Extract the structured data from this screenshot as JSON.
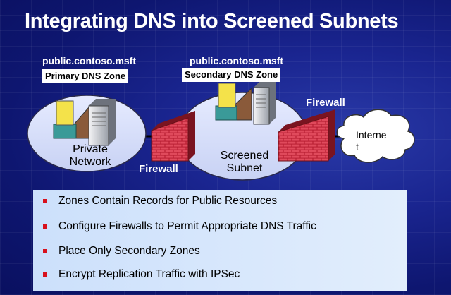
{
  "slide": {
    "title": "Integrating DNS into Screened Subnets"
  },
  "primary_zone": {
    "domain": "public.contoso.msft",
    "label": "Primary DNS Zone"
  },
  "secondary_zone": {
    "domain": "public.contoso.msft",
    "label": "Secondary DNS Zone"
  },
  "networks": {
    "private": [
      "Private",
      "Network"
    ],
    "screened": [
      "Screened",
      "Subnet"
    ],
    "internet": [
      "Interne",
      "t"
    ]
  },
  "firewalls": {
    "left_label": "Firewall",
    "right_label": "Firewall"
  },
  "bullets": [
    "Zones Contain Records for Public Resources",
    "Configure Firewalls to Permit Appropriate DNS Traffic",
    "Place Only Secondary Zones",
    "Encrypt Replication Traffic with IPSec"
  ],
  "colors": {
    "background": "#1a2590",
    "bullet_marker": "#d8101c",
    "firewall_brick": "#c8283a",
    "panel": "#d9e8fc"
  },
  "icons": [
    "server-icon",
    "dns-zone-icon",
    "firewall-icon",
    "cloud-icon"
  ]
}
